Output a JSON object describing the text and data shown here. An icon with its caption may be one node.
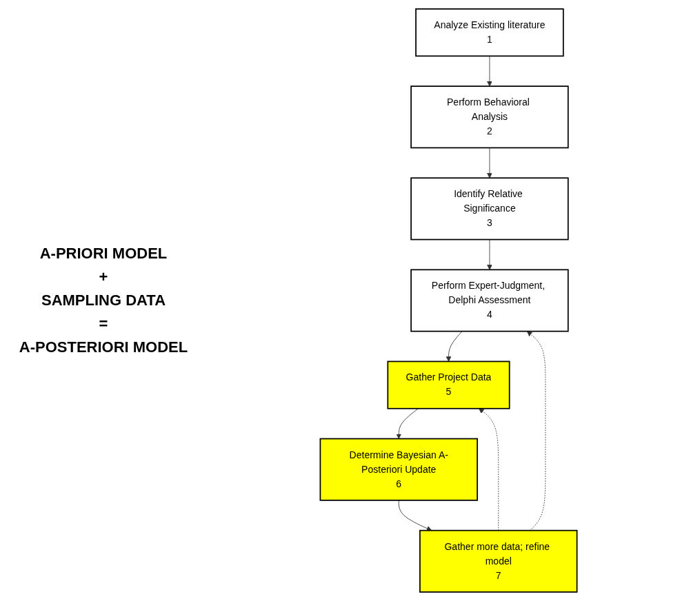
{
  "diagram": {
    "nodes": [
      {
        "text": [
          "Analyze Existing literature",
          "1"
        ]
      },
      {
        "text": [
          "Perform Behavioral Analysis",
          "2"
        ]
      },
      {
        "text": [
          "Identify Relative Significance",
          "3"
        ]
      },
      {
        "text": [
          "Perform Expert-Judgment, Delphi Assessment",
          "4"
        ]
      },
      {
        "text": [
          "Gather Project Data",
          "5"
        ]
      },
      {
        "text": [
          "Determine Bayesian A-Posteriori Update",
          "6"
        ]
      },
      {
        "text": [
          "Gather more data; refine model",
          "7"
        ]
      }
    ],
    "edges": [
      {
        "from": 0,
        "to": 1,
        "arrow": "to"
      },
      {
        "from": 1,
        "to": 2,
        "arrow": "to"
      },
      {
        "from": 2,
        "to": 3,
        "arrow": "to"
      },
      {
        "from": 3,
        "to": 4,
        "arrow": "to"
      },
      {
        "from": 4,
        "to": 5,
        "arrow": "to"
      },
      {
        "from": 5,
        "to": 6,
        "arrow": "to"
      },
      {
        "from": 6,
        "to": 4,
        "arrow": "to",
        "style": "dashed"
      },
      {
        "from": 6,
        "to": 3,
        "arrow": "to",
        "style": "dashed"
      }
    ],
    "labels": [
      "A-PRIORI MODEL",
      "+",
      "SAMPLING DATA",
      "=",
      "A-POSTERIORI MODEL"
    ]
  }
}
